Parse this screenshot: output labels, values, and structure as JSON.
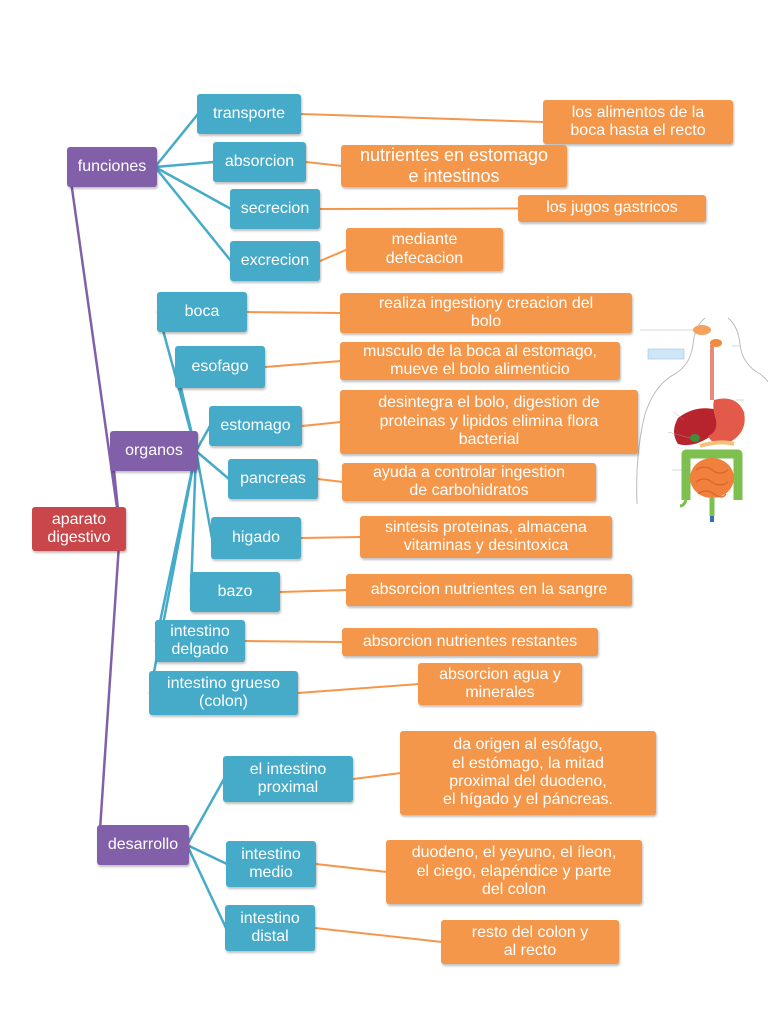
{
  "colors": {
    "root": "#c9474b",
    "category": "#8160a9",
    "item": "#46abc8",
    "description": "#f5974b",
    "link_purple": "#8160a9",
    "link_blue": "#46abc8",
    "link_orange": "#f5974b"
  },
  "root": {
    "label": "aparato\ndigestivo"
  },
  "categories": {
    "funciones": "funciones",
    "organos": "organos",
    "desarrollo": "desarrollo"
  },
  "funciones": [
    {
      "label": "transporte",
      "detail": "los alimentos de la\nboca hasta el recto"
    },
    {
      "label": "absorcion",
      "detail": "nutrientes en estomago\ne intestinos"
    },
    {
      "label": "secrecion",
      "detail": "los jugos gastricos"
    },
    {
      "label": "excrecion",
      "detail": "mediante\ndefecacion"
    }
  ],
  "organos": [
    {
      "label": "boca",
      "detail": "realiza ingestiony creacion del\nbolo"
    },
    {
      "label": "esofago",
      "detail": "musculo de la boca al estomago,\nmueve el bolo alimenticio"
    },
    {
      "label": "estomago",
      "detail": "desintegra el bolo, digestion de\nproteinas y lipidos elimina flora\nbacterial"
    },
    {
      "label": "pancreas",
      "detail": "ayuda a controlar ingestion\nde carbohidratos"
    },
    {
      "label": "higado",
      "detail": "sintesis proteinas, almacena\nvitaminas y desintoxica"
    },
    {
      "label": "bazo",
      "detail": "absorcion nutrientes en la sangre"
    },
    {
      "label": "intestino\ndelgado",
      "detail": "absorcion nutrientes restantes"
    },
    {
      "label": "intestino grueso\n(colon)",
      "detail": "absorcion agua y\nminerales"
    }
  ],
  "desarrollo": [
    {
      "label": "el intestino\nproximal",
      "detail": "da origen al esófago,\nel estómago, la mitad\nproximal del duodeno,\nel hígado y el páncreas."
    },
    {
      "label": "intestino\nmedio",
      "detail": "duodeno, el yeyuno, el íleon,\nel ciego, elapéndice y parte\ndel colon"
    },
    {
      "label": "intestino\ndistal",
      "detail": "resto del colon y\nal recto"
    }
  ]
}
